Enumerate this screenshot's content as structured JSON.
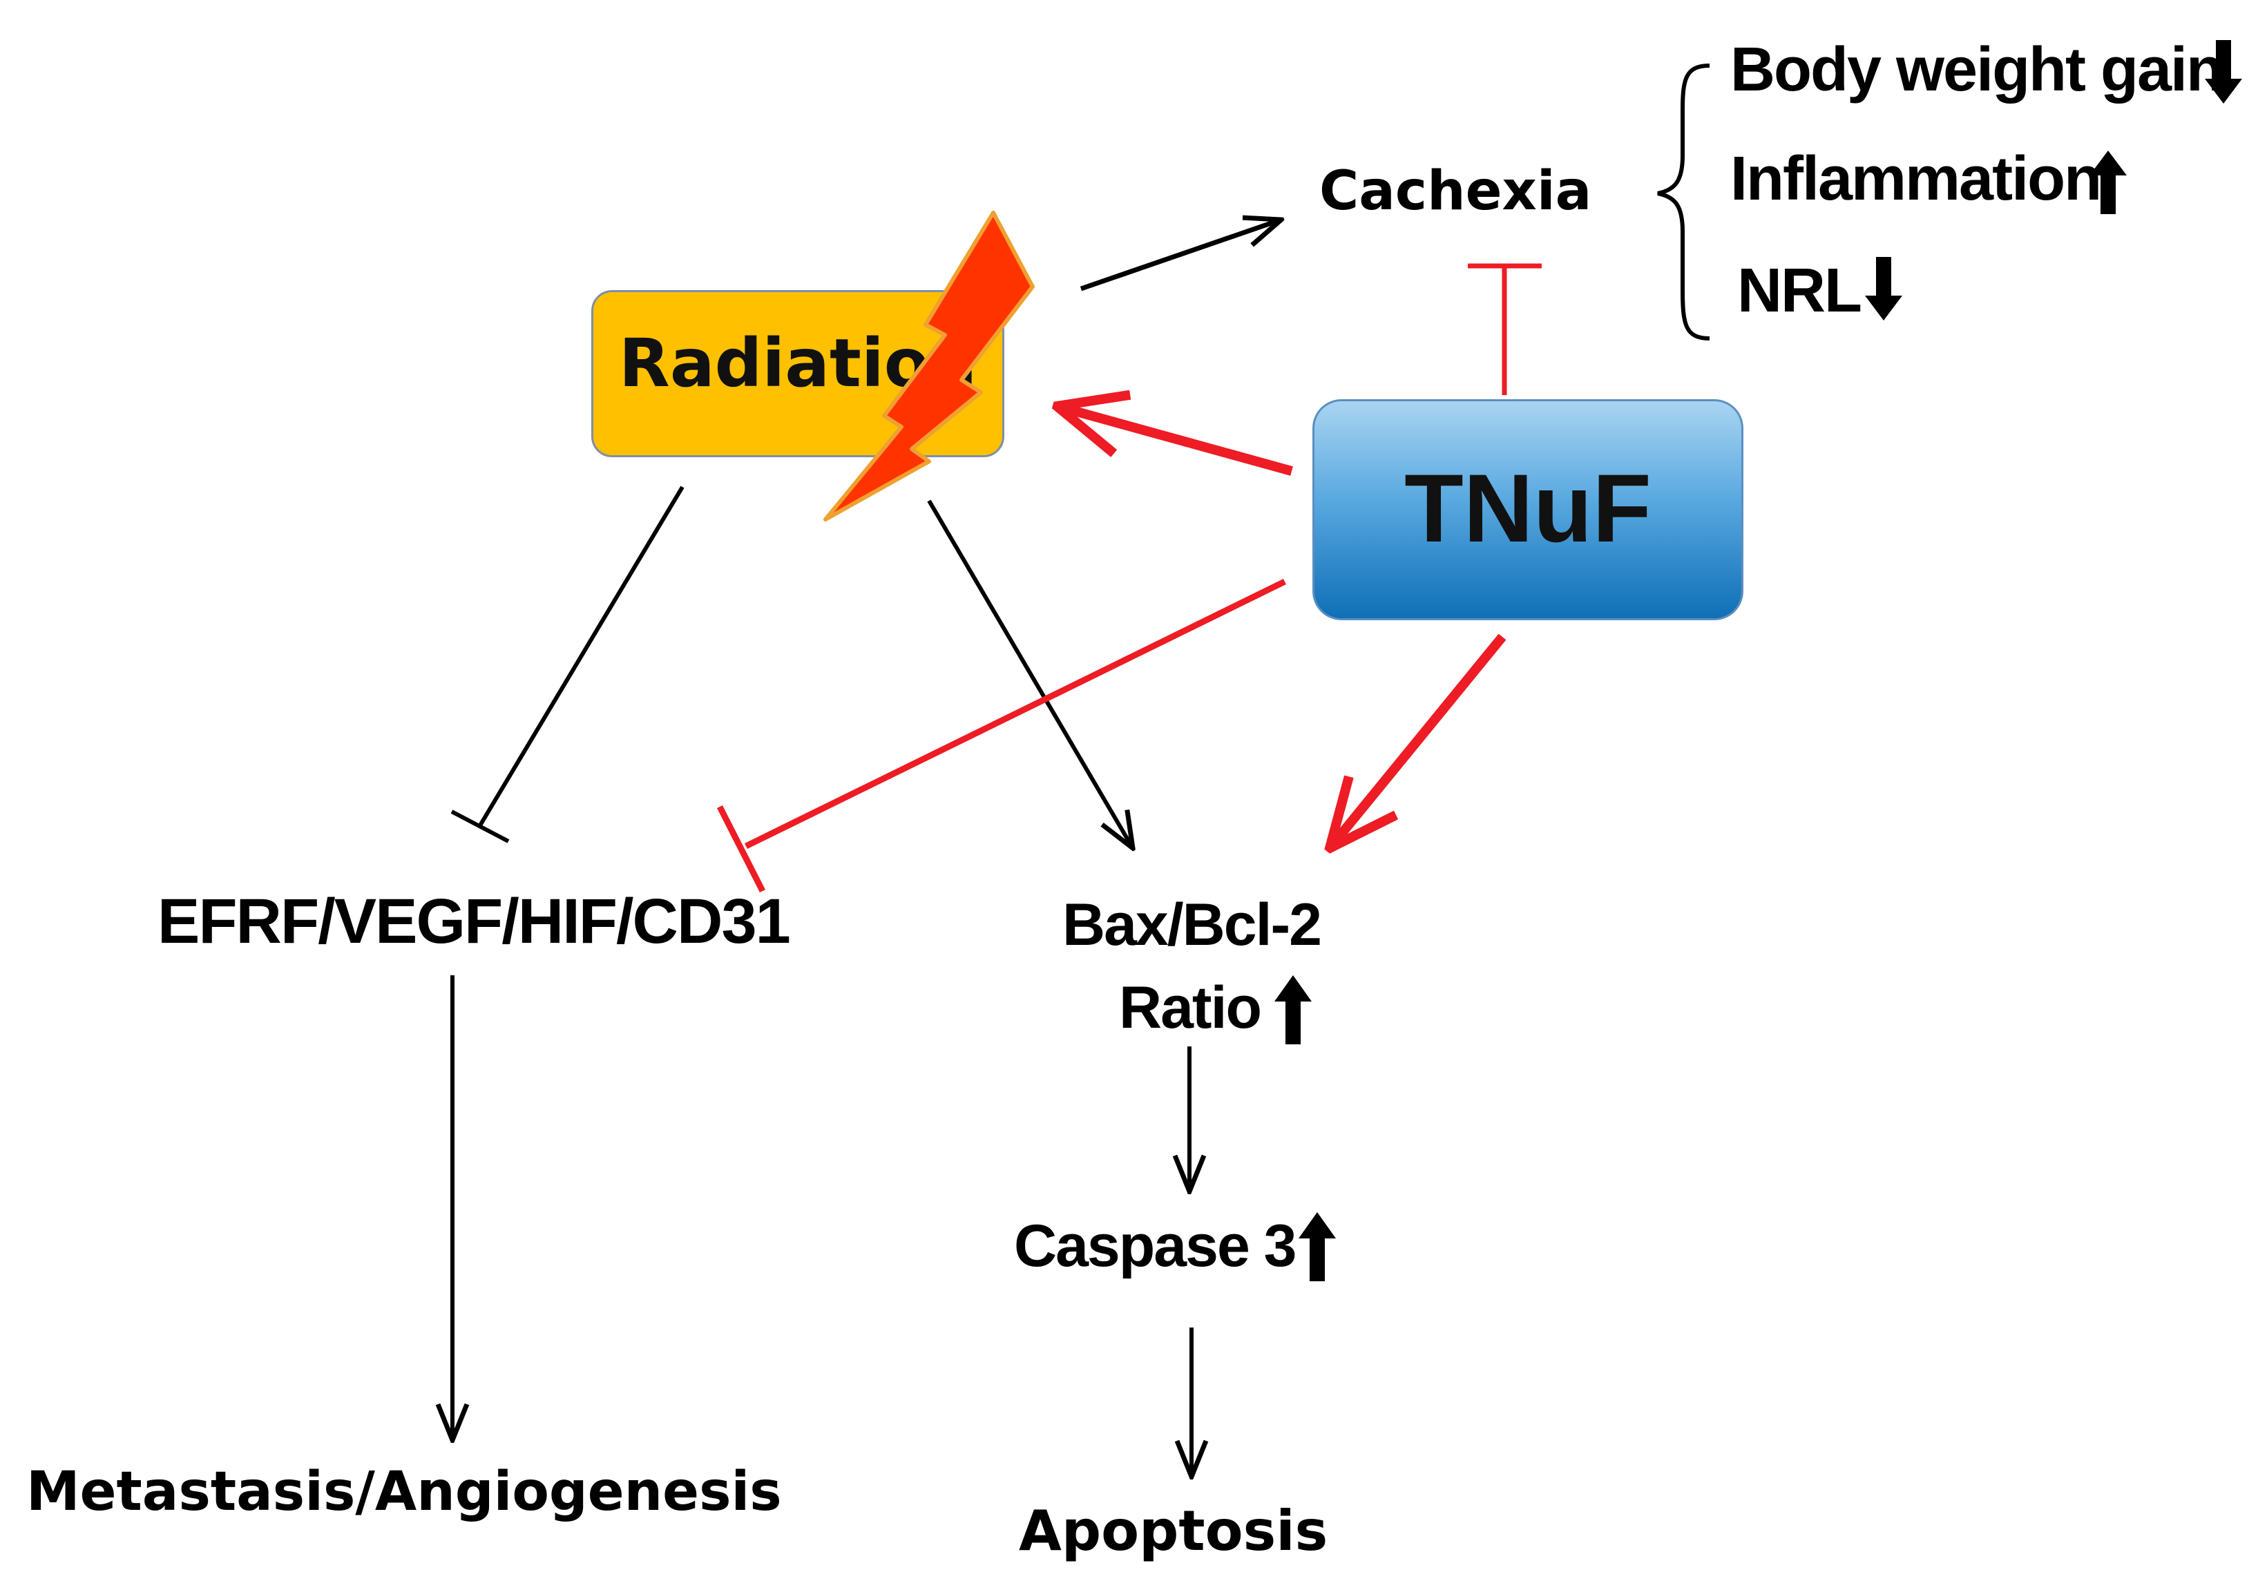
{
  "nodes": {
    "radiation": "Radiation",
    "tnuf": "TNuF",
    "cachexia": "Cachexia",
    "efrf": "EFRF/VEGF/HIF/CD31",
    "bax_line1": "Bax/Bcl-2",
    "bax_line2": "Ratio",
    "caspase": "Caspase 3",
    "metastasis": "Metastasis/Angiogenesis",
    "apoptosis": "Apoptosis"
  },
  "cachexia_effects": [
    {
      "label": "Body weight gain",
      "direction": "down"
    },
    {
      "label": "Inflammation",
      "direction": "up"
    },
    {
      "label": "NRL",
      "direction": "down"
    }
  ],
  "indicators": {
    "bax_ratio": "up",
    "caspase": "up"
  },
  "colors": {
    "radiation_box": "#ffc000",
    "tnuf_top": "#a9d4f1",
    "tnuf_bottom": "#0f6fb6",
    "inhibit_red": "#ee1c24",
    "lightning": "#ff3300",
    "lightning_edge": "#f0a030"
  }
}
